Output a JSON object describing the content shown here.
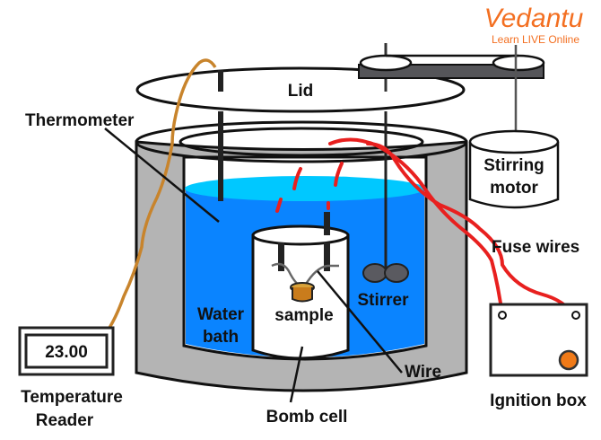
{
  "brand": {
    "name": "Vedantu",
    "tagline": "Learn LIVE Online",
    "color": "#f36f21"
  },
  "labels": {
    "lid": "Lid",
    "thermometer": "Thermometer",
    "stirring_motor_line1": "Stirring",
    "stirring_motor_line2": "motor",
    "fuse_wires": "Fuse wires",
    "water_bath_line1": "Water",
    "water_bath_line2": "bath",
    "sample": "sample",
    "stirrer": "Stirrer",
    "wire": "Wire",
    "bomb_cell": "Bomb cell",
    "temperature_reader_line1": "Temperature",
    "temperature_reader_line2": "Reader",
    "ignition_box": "Ignition box"
  },
  "temperature_reader": {
    "display_value": "23.00"
  },
  "colors": {
    "water": "#0a84ff",
    "water_surface": "#00c8ff",
    "jacket": "#b4b4b4",
    "fuse_wire": "#e8201f",
    "thermo_wire": "#c8842c",
    "sample_cup": "#c97c1c",
    "ignition_button": "#f07a18",
    "pulley": "#555559",
    "stirrer_paddle": "#5a5a60"
  }
}
